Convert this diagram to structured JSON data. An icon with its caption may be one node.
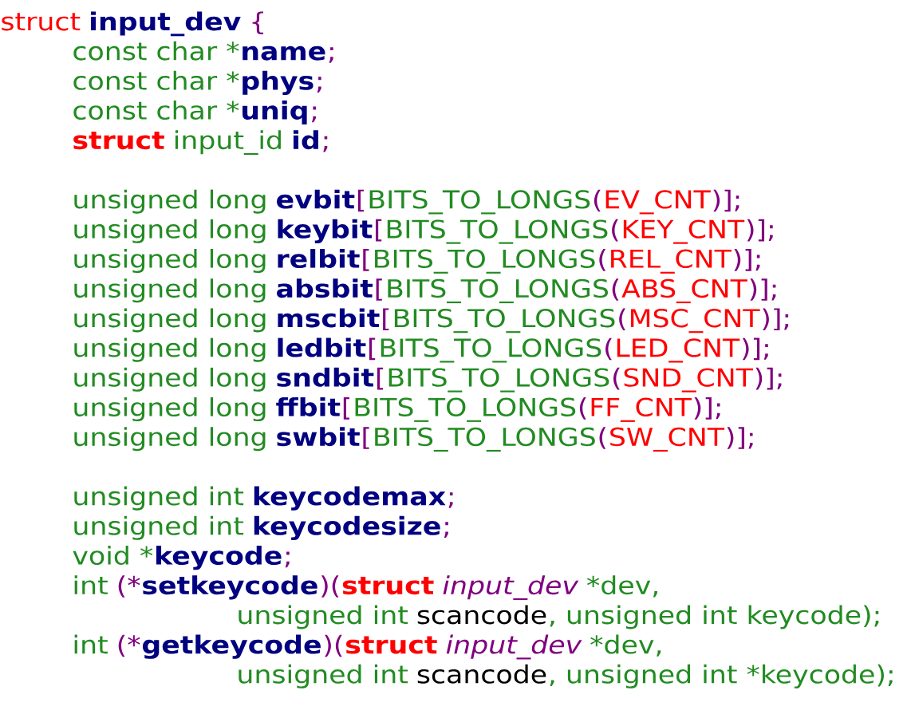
{
  "diagram": {
    "labels": [
      "struct",
      "input_dev",
      "{",
      "const char *",
      "name",
      ";",
      "const char *",
      "phys",
      ";",
      "const char *",
      "uniq",
      ";",
      "struct",
      "input_id",
      "id",
      ";",
      "unsigned long",
      "evbit",
      "[",
      "BITS_TO_LONGS",
      "(",
      "EV_CNT",
      ")];",
      "unsigned long",
      "keybit",
      "[",
      "BITS_TO_LONGS",
      "(",
      "KEY_CNT",
      ")];",
      "unsigned long",
      "relbit",
      "[",
      "BITS_TO_LONGS",
      "(",
      "REL_CNT",
      ")];",
      "unsigned long",
      "absbit",
      "[",
      "BITS_TO_LONGS",
      "(",
      "ABS_CNT",
      ")];",
      "unsigned long",
      "mscbit",
      "[",
      "BITS_TO_LONGS",
      "(",
      "MSC_CNT",
      ")];",
      "unsigned long",
      "ledbit",
      "[",
      "BITS_TO_LONGS",
      "(",
      "LED_CNT",
      ")];",
      "unsigned long",
      "sndbit",
      "[",
      "BITS_TO_LONGS",
      "(",
      "SND_CNT",
      ")];",
      "unsigned long",
      "ffbit",
      "[",
      "BITS_TO_LONGS",
      "(",
      "FF_CNT",
      ")];",
      "unsigned long",
      "swbit",
      "[",
      "BITS_TO_LONGS",
      "(",
      "SW_CNT",
      ")];",
      "unsigned int",
      "keycodemax",
      ";",
      "unsigned int",
      "keycodesize",
      ";",
      "void *",
      "keycode",
      ";",
      "int",
      "(*",
      "setkeycode",
      ")(",
      "struct",
      "input_dev",
      "*dev,",
      "unsigned int",
      "scancode",
      ", unsigned int keycode);",
      "int",
      "(*",
      "getkeycode",
      ")(",
      "struct",
      "input_dev",
      "*dev,",
      "unsigned int",
      "scancode",
      ", unsigned int *keycode);"
    ]
  }
}
